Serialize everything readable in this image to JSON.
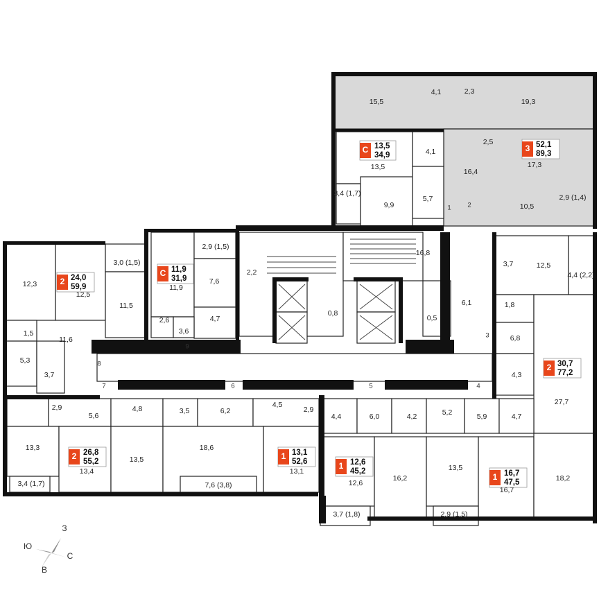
{
  "colors": {
    "accent": "#e8461b",
    "wall": "#111111",
    "sold_fill": "#d9d9d9"
  },
  "room_areas": [
    "15,5",
    "4,1",
    "2,3",
    "19,3",
    "13,5",
    "4,1",
    "2,5",
    "16,4",
    "17,3",
    "3,4 (1,7)",
    "9,9",
    "5,7",
    "10,5",
    "2,9 (1,4)",
    "12,3",
    "12,5",
    "3,0 (1,5)",
    "11,5",
    "11,9",
    "2,9 (1,5)",
    "7,6",
    "2,2",
    "16,8",
    "3,7",
    "12,5",
    "4,4 (2,2)",
    "0,8",
    "0,5",
    "6,1",
    "1,8",
    "6,8",
    "2,6",
    "3,6",
    "4,7",
    "1,5",
    "11,6",
    "5,3",
    "3,7",
    "4,3",
    "27,7",
    "2,9",
    "5,6",
    "4,8",
    "3,5",
    "6,2",
    "4,5",
    "2,9",
    "4,4",
    "6,0",
    "4,2",
    "5,2",
    "5,9",
    "4,7",
    "13,3",
    "13,4",
    "13,5",
    "18,6",
    "13,1",
    "12,6",
    "16,2",
    "13,5",
    "16,7",
    "18,2",
    "3,4 (1,7)",
    "7,6 (3,8)",
    "3,7 (1,8)",
    "2,9 (1,5)"
  ],
  "doors": [
    "1",
    "2",
    "3",
    "4",
    "5",
    "6",
    "7",
    "8",
    "9"
  ],
  "apartments": [
    {
      "rooms": "С",
      "living": "13,5",
      "total": "34,9"
    },
    {
      "rooms": "3",
      "living": "52,1",
      "total": "89,3"
    },
    {
      "rooms": "2",
      "living": "24,0",
      "total": "59,9"
    },
    {
      "rooms": "С",
      "living": "11,9",
      "total": "31,9"
    },
    {
      "rooms": "2",
      "living": "30,7",
      "total": "77,2"
    },
    {
      "rooms": "2",
      "living": "26,8",
      "total": "55,2"
    },
    {
      "rooms": "1",
      "living": "13,1",
      "total": "52,6"
    },
    {
      "rooms": "1",
      "living": "12,6",
      "total": "45,2"
    },
    {
      "rooms": "1",
      "living": "16,7",
      "total": "47,5"
    }
  ],
  "compass": {
    "north": "З",
    "south": "В",
    "east": "С",
    "west": "Ю"
  }
}
